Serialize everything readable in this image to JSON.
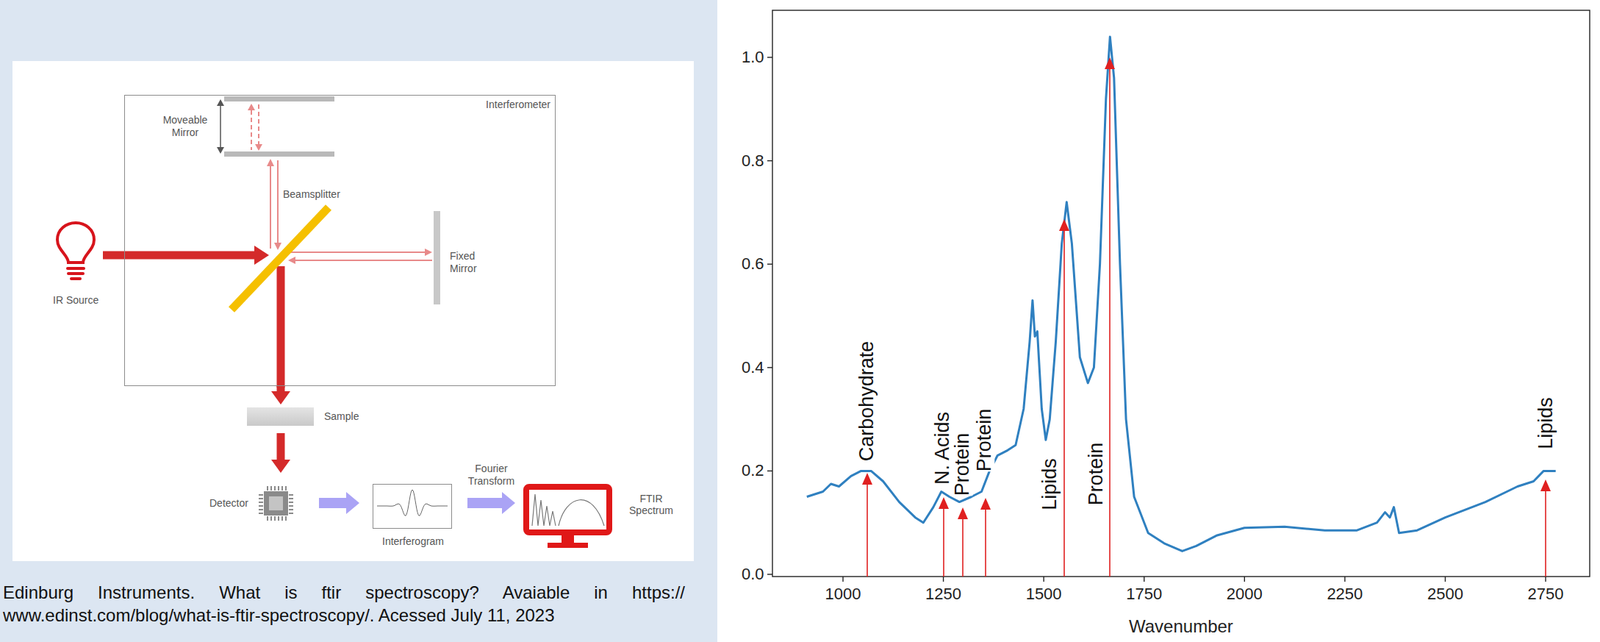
{
  "diagram": {
    "nodes": [
      {
        "text": [
          "Interferometer"
        ]
      },
      {
        "text": [
          "Sample"
        ]
      },
      {
        "text": [
          "Detector"
        ]
      },
      {
        "text": [
          "Interferogram"
        ]
      },
      {
        "text": [
          "FTIR Spectrum"
        ]
      }
    ],
    "edges": [
      {
        "from": 0,
        "to": 1,
        "arrow": "to"
      },
      {
        "from": 1,
        "to": 2,
        "arrow": "to"
      },
      {
        "from": 2,
        "to": 3,
        "arrow": "to"
      },
      {
        "from": 3,
        "to": 4,
        "label": "Fourier Transform",
        "arrow": "to"
      }
    ],
    "labels": [
      "Moveable Mirror",
      "Beamsplitter",
      "Fixed Mirror",
      "IR Source",
      "Edinburg Instruments. What is ftir spectroscopy? Avaiable in https:// www.edinst.com/blog/what-is-ftir-spectroscopy/. Acessed July 11, 2023",
      "0.0",
      "0.2",
      "0.4",
      "0.6",
      "0.8",
      "1.0",
      "1000",
      "1250",
      "1500",
      "1750",
      "2000",
      "2250",
      "2500",
      "2750",
      "Wavenumber",
      "Carbohydrate",
      "N. Acids",
      "Protein",
      "Protein",
      "Lipids",
      "Protein",
      "Lipids"
    ]
  }
}
